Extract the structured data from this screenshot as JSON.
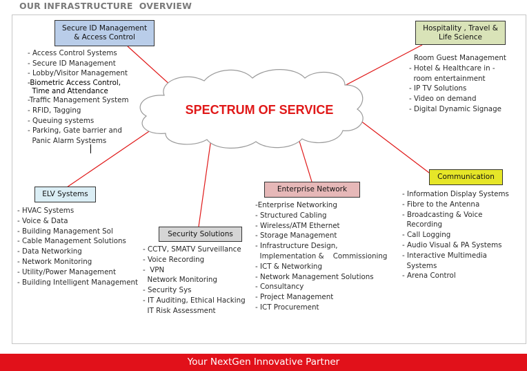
{
  "page": {
    "title": "OUR INFRASTRUCTURE  OVERVIEW",
    "footer": "Your NextGen Innovative Partner"
  },
  "colors": {
    "red": "#e01818",
    "footer_bg": "#e1111a",
    "blue_fill": "#b9cde9",
    "green_fill": "#d9e3b8",
    "yellow_fill": "#e6e628",
    "pink_fill": "#e6b8b8",
    "gray_fill": "#d5d5d5",
    "light_blue_fill": "#dbeef5"
  },
  "center": {
    "label": "SPECTRUM OF SERVICE"
  },
  "nodes": {
    "secure_id": {
      "line1": "Secure ID Management",
      "line2": "& Access Control",
      "items": [
        "- Access Control Systems",
        "- Secure ID Management",
        "- Lobby/Visitor Management",
        "-Biometric Access Control,",
        "  Time and Attendance",
        "-Traffic Management System",
        "- RFID, Tagging",
        "- Queuing systems",
        "- Parking, Gate barrier and",
        "  Panic Alarm Systems"
      ]
    },
    "hospitality": {
      "line1": "Hospitality , Travel &",
      "line2": "Life Science",
      "items": [
        "Room Guest Management",
        "- Hotel & Healthcare in -",
        "  room entertainment",
        "- IP TV Solutions",
        "- Video on demand",
        "- Digital Dynamic Signage"
      ]
    },
    "elv": {
      "line1": "ELV Systems",
      "items": [
        "- HVAC Systems",
        "- Voice & Data",
        "- Building Management Sol",
        "- Cable Management Solutions",
        "- Data Networking",
        "- Network Monitoring",
        "- Utility/Power Management",
        "- Building Intelligent Management"
      ]
    },
    "security": {
      "line1": "Security Solutions",
      "items": [
        "- CCTV, SMATV Surveillance",
        "- Voice Recording",
        "-  VPN",
        "  Network Monitoring",
        "- Security Sys",
        "- IT Auditing, Ethical Hacking",
        "  IT Risk Assessment"
      ]
    },
    "enterprise": {
      "line1": "Enterprise Network",
      "items": [
        "-Enterprise Networking",
        "- Structured Cabling",
        "- Wireless/ATM Ethernet",
        "- Storage Management",
        "- Infrastructure Design,",
        "  Implementation &    Commissioning",
        "- ICT & Networking",
        "- Network Management Solutions",
        "- Consultancy",
        "- Project Management",
        "- ICT Procurement"
      ]
    },
    "communication": {
      "line1": "Communication",
      "items": [
        "- Information Display Systems",
        "- Fibre to the Antenna",
        "- Broadcasting & Voice",
        "  Recording",
        "- Call Logging",
        "- Audio Visual & PA Systems",
        "- Interactive Multimedia",
        "  Systems",
        "- Arena Control"
      ]
    }
  }
}
